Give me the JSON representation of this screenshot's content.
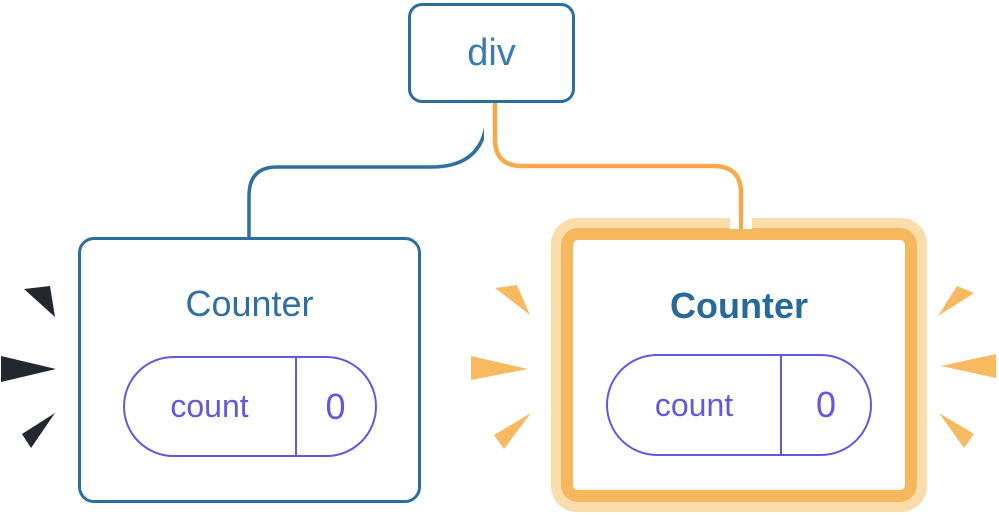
{
  "root": {
    "label": "div"
  },
  "counters": [
    {
      "title": "Counter",
      "state_key": "count",
      "state_value": "0",
      "highlighted": false
    },
    {
      "title": "Counter",
      "state_key": "count",
      "state_value": "0",
      "highlighted": true
    }
  ],
  "colors": {
    "node_blue": "#2d6e9e",
    "text_blue": "#3b7cac",
    "title_blue": "#2e6f9f",
    "title_blue_bold": "#276a99",
    "line_blue": "#2e6f9f",
    "purple": "#6258dd",
    "line_orange": "#f7a94a",
    "border_orange": "#f7b75c",
    "halo_cream": "#fbdcab",
    "sparkle_orange": "#f7ba60",
    "sparkle_dark": "#23272f"
  }
}
